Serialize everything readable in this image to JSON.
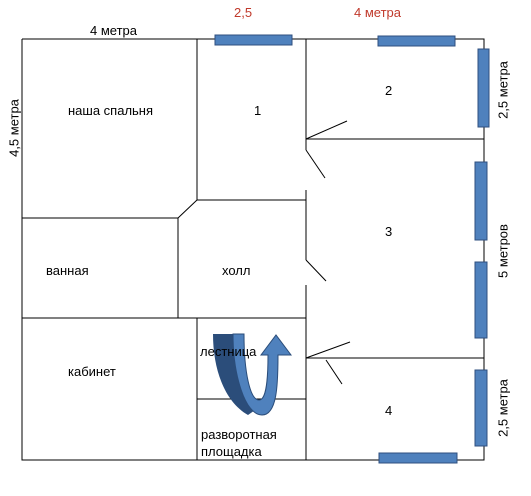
{
  "dimensions": {
    "top_left": "4 метра",
    "top_middle": "2,5",
    "top_right": "4 метра",
    "left_side": "4,5 метра",
    "right_top": "2,5 метра",
    "right_middle": "5 метров",
    "right_bottom": "2,5 метра"
  },
  "rooms": {
    "bedroom": "наша спальня",
    "room1": "1",
    "room2": "2",
    "room3": "3",
    "room4": "4",
    "bathroom": "ванная",
    "hall": "холл",
    "study": "кабинет",
    "stairs": "лестница",
    "landing": "разворотная площадка"
  },
  "colors": {
    "window_fill": "#4f81bd",
    "window_stroke": "#2f4f7f",
    "arrow_fill": "#4f81bd",
    "arrow_dark": "#2b4d7a",
    "dimension_red": "#c0392b"
  }
}
